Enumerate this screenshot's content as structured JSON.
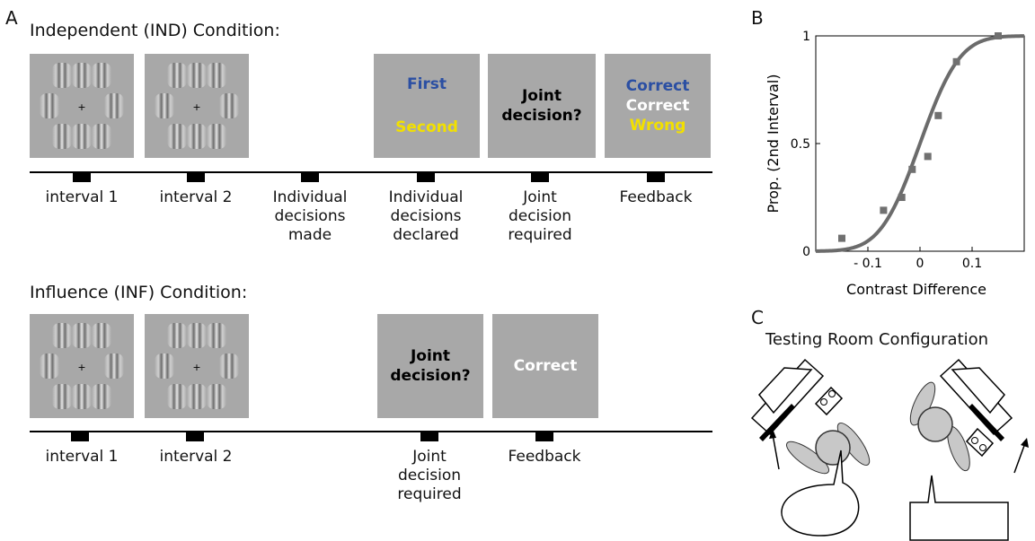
{
  "panel_a": {
    "letter": "A",
    "ind": {
      "title": "Independent (IND) Condition:",
      "screen_first": "First",
      "screen_second": "Second",
      "screen_joint": [
        "Joint",
        "decision?"
      ],
      "feedback": [
        "Correct",
        "Correct",
        "Wrong"
      ],
      "labels": [
        "interval 1",
        "interval 2",
        "Individual decisions made",
        "Individual decisions declared",
        "Joint decision required",
        "Feedback"
      ]
    },
    "inf": {
      "title": "Influence (INF) Condition:",
      "screen_joint": [
        "Joint",
        "decision?"
      ],
      "screen_feedback": "Correct",
      "labels": [
        "interval 1",
        "interval 2",
        "Joint decision required",
        "Feedback"
      ]
    },
    "fixation": "+"
  },
  "panel_b": {
    "letter": "B",
    "chart_data": {
      "type": "scatter",
      "xlabel": "Contrast Difference",
      "ylabel": "Prop. (2nd Interval)",
      "xlim": [
        -0.2,
        0.2
      ],
      "ylim": [
        0,
        1
      ],
      "xticks": [
        -0.1,
        0,
        0.1
      ],
      "xtick_labels": [
        "- 0.1",
        "0",
        "0.1"
      ],
      "yticks": [
        0,
        0.5,
        1
      ],
      "ytick_labels": [
        "0",
        "0.5",
        "1"
      ],
      "points": {
        "x": [
          -0.15,
          -0.07,
          -0.035,
          -0.015,
          0.015,
          0.035,
          0.07,
          0.15
        ],
        "y": [
          0.06,
          0.19,
          0.25,
          0.38,
          0.44,
          0.63,
          0.88,
          1.0
        ]
      },
      "fit": {
        "type": "cumulative-gaussian",
        "mu": 0.0,
        "sigma": 0.06
      },
      "colors": {
        "points": "#707070",
        "curve": "#6b6b6b"
      }
    }
  },
  "panel_c": {
    "letter": "C",
    "title": "Testing Room Configuration"
  }
}
